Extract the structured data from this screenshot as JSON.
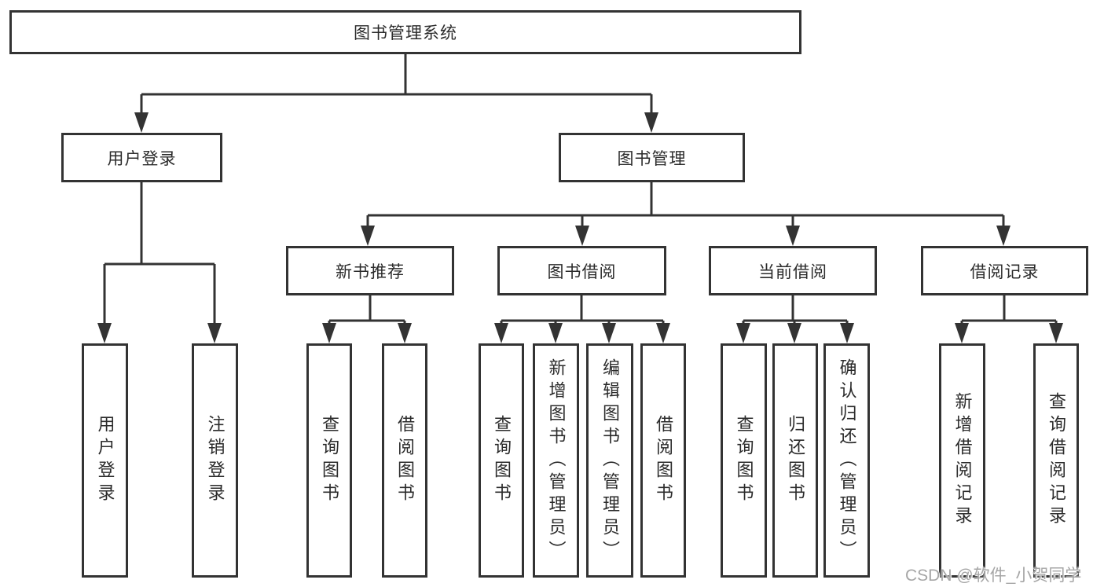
{
  "diagram": {
    "root": {
      "label": "图书管理系统"
    },
    "level2": [
      {
        "label": "用户登录"
      },
      {
        "label": "图书管理"
      }
    ],
    "level3": [
      {
        "label": "新书推荐",
        "parent": "图书管理"
      },
      {
        "label": "图书借阅",
        "parent": "图书管理"
      },
      {
        "label": "当前借阅",
        "parent": "图书管理"
      },
      {
        "label": "借阅记录",
        "parent": "图书管理"
      }
    ],
    "leaves": [
      {
        "label": "用户登录",
        "parent": "用户登录"
      },
      {
        "label": "注销登录",
        "parent": "用户登录"
      },
      {
        "label": "查询图书",
        "parent": "新书推荐"
      },
      {
        "label": "借阅图书",
        "parent": "新书推荐"
      },
      {
        "label": "查询图书",
        "parent": "图书借阅"
      },
      {
        "label": "新增图书（管理员）",
        "parent": "图书借阅"
      },
      {
        "label": "编辑图书（管理员）",
        "parent": "图书借阅"
      },
      {
        "label": "借阅图书",
        "parent": "图书借阅"
      },
      {
        "label": "查询图书",
        "parent": "当前借阅"
      },
      {
        "label": "归还图书",
        "parent": "当前借阅"
      },
      {
        "label": "确认归还（管理员）",
        "parent": "当前借阅"
      },
      {
        "label": "新增借阅记录",
        "parent": "借阅记录"
      },
      {
        "label": "查询借阅记录",
        "parent": "借阅记录"
      }
    ],
    "watermark": "CSDN @软件_小贺同学",
    "colors": {
      "line": "#333333",
      "box_border": "#333333",
      "text": "#2b2b2b",
      "background": "#ffffff",
      "watermark": "#a6a6a6"
    }
  }
}
